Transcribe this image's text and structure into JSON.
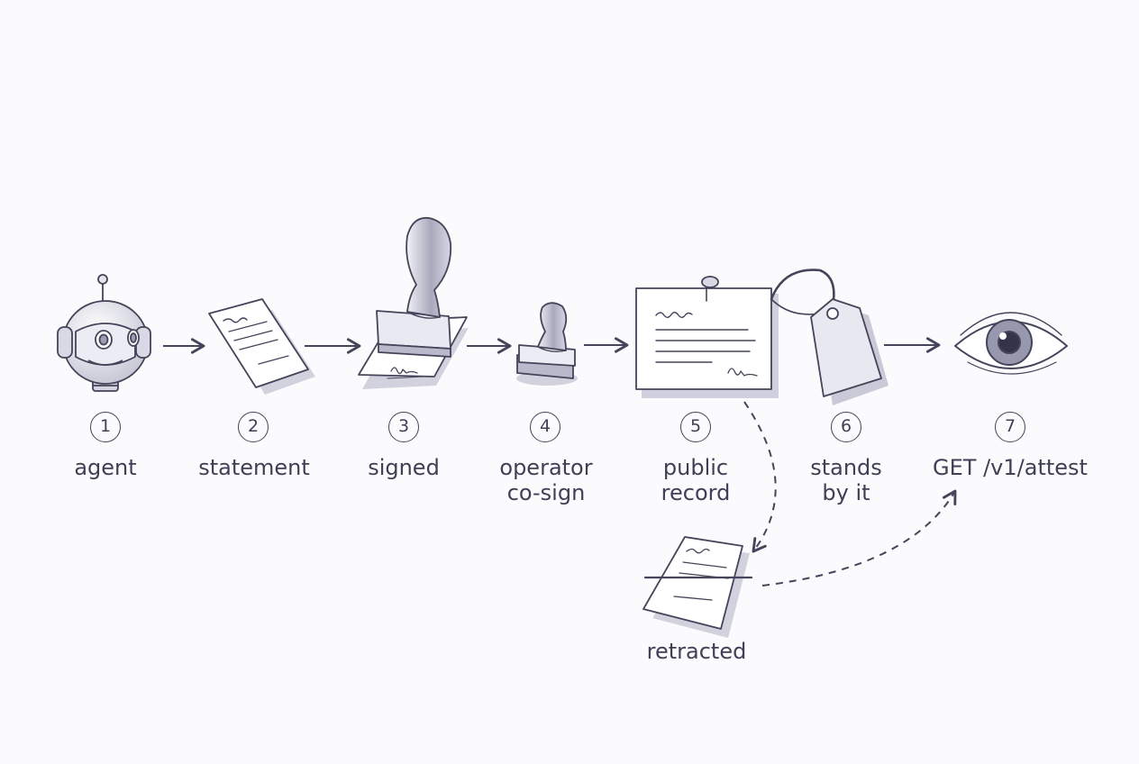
{
  "steps": [
    {
      "number": "1",
      "label": "agent",
      "icon": "robot-head-icon"
    },
    {
      "number": "2",
      "label": "statement",
      "icon": "paper-document-icon"
    },
    {
      "number": "3",
      "label": "signed",
      "icon": "rubber-stamp-signed-icon"
    },
    {
      "number": "4",
      "label": "operator\nco-sign",
      "icon": "small-stamp-icon"
    },
    {
      "number": "5",
      "label": "public\nrecord",
      "icon": "pinned-notice-icon"
    },
    {
      "number": "6",
      "label": "stands\nby it",
      "icon": "hanging-tag-icon"
    },
    {
      "number": "7",
      "label": "GET /v1/attest",
      "icon": "eye-icon"
    }
  ],
  "branch": {
    "label": "retracted",
    "icon": "struck-document-icon"
  },
  "colors": {
    "ink": "#44445a",
    "shade": "#c9c9d8",
    "paper": "#ffffff",
    "background": "#fbfbfd"
  }
}
